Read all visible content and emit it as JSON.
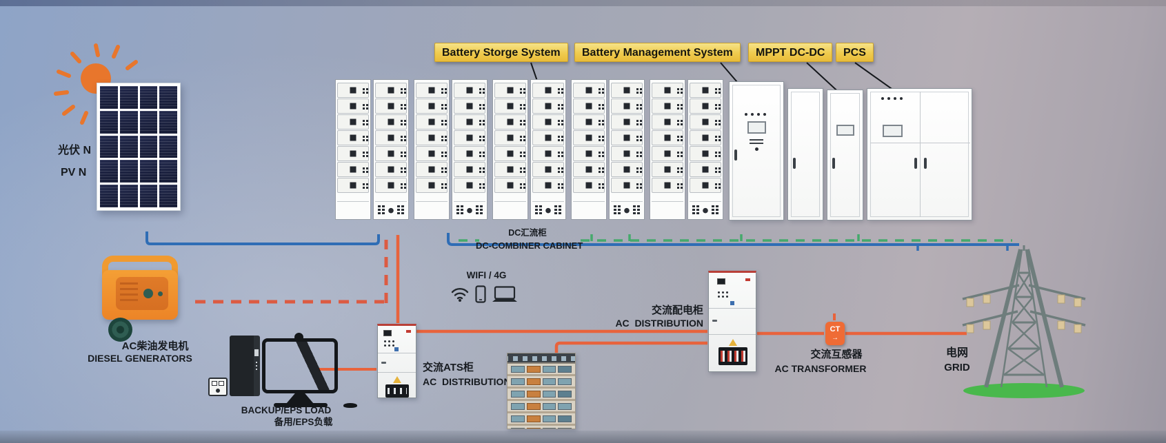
{
  "top_labels": {
    "bss": "Battery Storge System",
    "bms": "Battery Management System",
    "mppt": "MPPT DC-DC",
    "pcs": "PCS"
  },
  "pv": {
    "zh": "光伏 N",
    "en": "PV N"
  },
  "dc_combiner": {
    "zh": "DC汇流柜",
    "en": "DC-COMBINER CABINET"
  },
  "generator": {
    "zh": "AC柴油发电机",
    "en": "DIESEL GENERATORS"
  },
  "backup": {
    "en": "BACKUP/EPS LOAD",
    "zh": "备用/EPS负载"
  },
  "wifi": {
    "label": "WIFI / 4G"
  },
  "ats": {
    "zh": "交流ATS柜",
    "en": "AC  DISTRIBUTION"
  },
  "acdist": {
    "zh": "交流配电柜",
    "en": "AC  DISTRIBUTION"
  },
  "ct": {
    "tag": "CT",
    "zh": "交流互感器",
    "en": "AC TRANSFORMER"
  },
  "grid": {
    "zh": "电网",
    "en": "GRID"
  },
  "battery": {
    "racks": 10,
    "rows": 7
  },
  "building": {
    "floors": 6,
    "windows_per_floor": 4
  },
  "colors": {
    "label_yellow": "#efcb4e",
    "bus_blue": "#2f6db5",
    "bus_green": "#45a96c",
    "line_orange": "#e8633c",
    "ct_orange": "#ef6b35",
    "sun_orange": "#e8762c"
  }
}
